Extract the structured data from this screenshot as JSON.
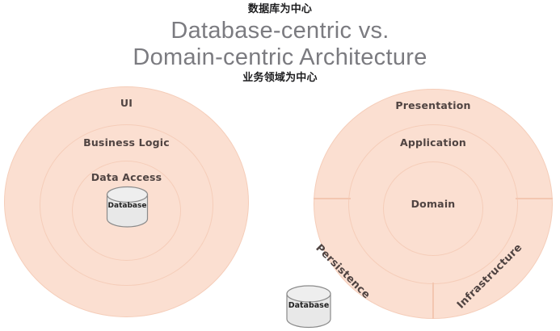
{
  "title": {
    "cn_top": "数据库为中心",
    "line1": "Database-centric vs.",
    "line2": "Domain-centric Architecture",
    "cn_bottom": "业务领域为中心"
  },
  "colors": {
    "ring_fill": "#fbdfd1",
    "ring_stroke": "#f5cdb9",
    "label_text": "#504442",
    "title_text": "#7b7b80",
    "caption_text": "#1d1d1f",
    "db_fill": "#e6e6e6",
    "db_stroke": "#8a8a8a",
    "background": "#ffffff"
  },
  "left_diagram": {
    "name": "database-centric-architecture",
    "rings": [
      {
        "label": "UI"
      },
      {
        "label": "Business Logic"
      },
      {
        "label": "Data Access"
      }
    ],
    "database": {
      "label": "Database"
    }
  },
  "right_diagram": {
    "name": "domain-centric-architecture",
    "rings": [
      {
        "label": "Presentation"
      },
      {
        "label": "Application"
      },
      {
        "label": "Domain"
      }
    ],
    "sectors": [
      {
        "label": "Persistence"
      },
      {
        "label": "Infrastructure"
      }
    ]
  },
  "bottom_database": {
    "label": "Database"
  }
}
